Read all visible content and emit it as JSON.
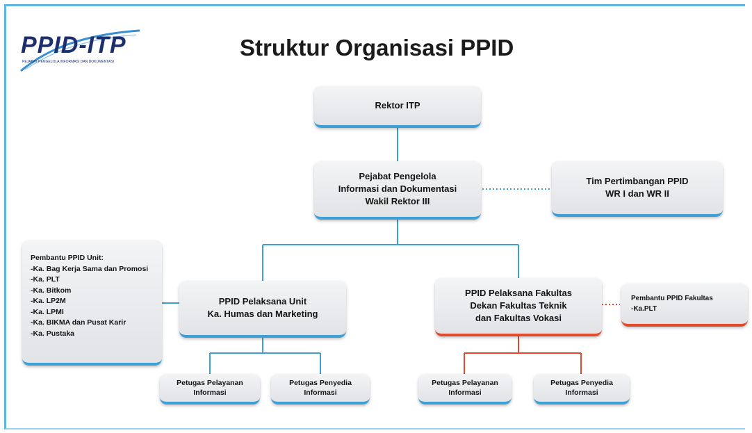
{
  "logo": {
    "text": "PPID-ITP",
    "subtitle": "PEJABAT PENGELOLA INFORMASI DAN DOKUMENTASI"
  },
  "title": "Struktur Organisasi PPID",
  "colors": {
    "frame": "#5cb6e3",
    "blue_accent": "#3d9fd3",
    "red_accent": "#e24a2c"
  },
  "nodes": {
    "rektor": "Rektor ITP",
    "ppid": "Pejabat Pengelola\nInformasi dan Dokumentasi\nWakil Rektor III",
    "tim": "Tim Pertimbangan PPID\nWR I dan WR II",
    "unit": "PPID Pelaksana Unit\nKa. Humas dan Marketing",
    "fakultas": "PPID Pelaksana Fakultas\nDekan Fakultas Teknik\ndan Fakultas Vokasi",
    "unit_pelayanan": "Petugas Pelayanan\nInformasi",
    "unit_penyedia": "Petugas Penyedia\nInformasi",
    "fak_pelayanan": "Petugas Pelayanan\nInformasi",
    "fak_penyedia": "Petugas Penyedia\nInformasi"
  },
  "pembantu_unit": {
    "header": "Pembantu PPID Unit:",
    "items": [
      "-Ka. Bag Kerja Sama dan Promosi",
      "-Ka. PLT",
      "-Ka. Bitkom",
      "-Ka. LP2M",
      "-Ka. LPMI",
      "-Ka. BIKMA dan Pusat Karir",
      "-Ka. Pustaka"
    ]
  },
  "pembantu_fakultas": {
    "header": "Pembantu PPID Fakultas",
    "items": [
      "-Ka.PLT"
    ]
  }
}
